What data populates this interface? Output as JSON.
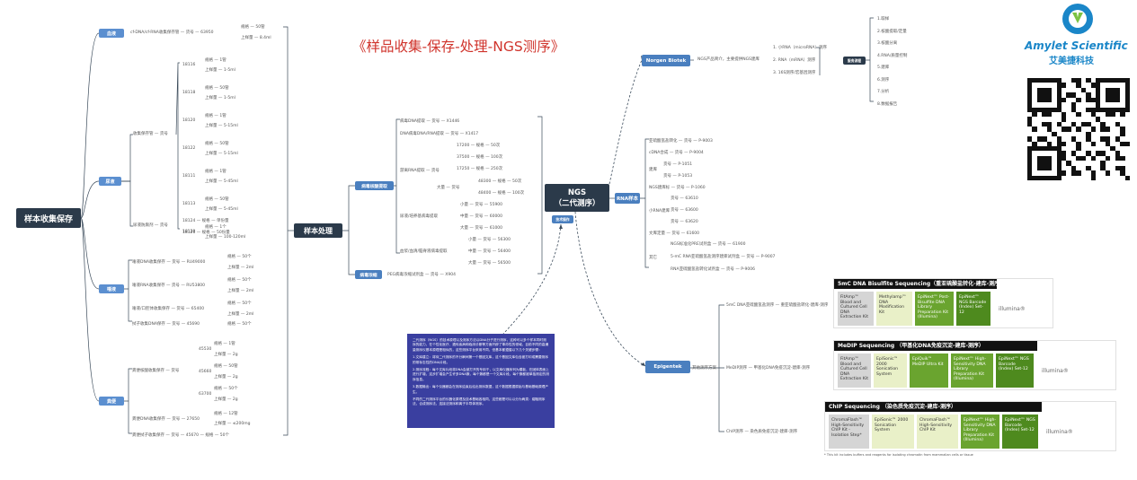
{
  "title": "《样品收集-保存-处理-NGS测序》",
  "root": "样本收集保存",
  "left": {
    "blood": {
      "label": "血液",
      "items": [
        {
          "name": "cf-DNA/cf-RNA收集保存管",
          "code_label": "货号",
          "code": "63950",
          "spec": [
            {
              "k": "规格",
              "v": "50管"
            },
            {
              "k": "上样量",
              "v": "8.4ml"
            }
          ]
        }
      ]
    },
    "urine": {
      "label": "尿液",
      "group1": "收集保存管",
      "group1_items": [
        {
          "code": "18116",
          "spec": [
            {
              "k": "规格",
              "v": "1管"
            },
            {
              "k": "上样量",
              "v": "1-5ml"
            }
          ]
        },
        {
          "code": "18118",
          "spec": [
            {
              "k": "规格",
              "v": "50管"
            },
            {
              "k": "上样量",
              "v": "1-5ml"
            }
          ]
        },
        {
          "code": "18120",
          "spec": [
            {
              "k": "规格",
              "v": "1管"
            },
            {
              "k": "上样量",
              "v": "5-15ml"
            }
          ]
        },
        {
          "code": "18122",
          "spec": [
            {
              "k": "规格",
              "v": "50管"
            },
            {
              "k": "上样量",
              "v": "5-15ml"
            }
          ]
        },
        {
          "code": "18111",
          "spec": [
            {
              "k": "规格",
              "v": "1管"
            },
            {
              "k": "上样量",
              "v": "5-45ml"
            }
          ]
        },
        {
          "code": "18113",
          "spec": [
            {
              "k": "规格",
              "v": "50管"
            },
            {
              "k": "上样量",
              "v": "5-45ml"
            }
          ]
        },
        {
          "code": "18129",
          "spec": [
            {
              "k": "规格",
              "v": "1个"
            },
            {
              "k": "上样量",
              "v": "100-120ml"
            }
          ]
        }
      ],
      "group2": "尿液防腐剂",
      "group2_items": [
        {
          "code": "18124",
          "k": "规格",
          "v": "单份量"
        },
        {
          "code": "18126",
          "k": "规格",
          "v": "50份量"
        }
      ]
    },
    "saliva": {
      "label": "唾液",
      "items": [
        {
          "name": "唾液DNA收集保存",
          "code": "RU49000",
          "spec": [
            {
              "k": "规格",
              "v": "50个"
            },
            {
              "k": "上样量",
              "v": "2ml"
            }
          ]
        },
        {
          "name": "唾液RNA收集保存",
          "code": "RU53800",
          "spec": [
            {
              "k": "规格",
              "v": "50个"
            },
            {
              "k": "上样量",
              "v": "2ml"
            }
          ]
        },
        {
          "name": "唾液/口腔体收集保存",
          "code": "65400",
          "spec": [
            {
              "k": "规格",
              "v": "50个"
            },
            {
              "k": "上样量",
              "v": "2ml"
            }
          ]
        },
        {
          "name": "拭子收集DNA保存",
          "code": "45690",
          "spec": [
            {
              "k": "规格",
              "v": "50个"
            }
          ]
        }
      ]
    },
    "feces": {
      "label": "粪便",
      "items": [
        {
          "name": "粪便核酸收集保存",
          "codes": [
            {
              "code": "45530",
              "spec": [
                {
                  "k": "规格",
                  "v": "1管"
                },
                {
                  "k": "上样量",
                  "v": "2g"
                }
              ]
            },
            {
              "code": "45660",
              "spec": [
                {
                  "k": "规格",
                  "v": "50管"
                },
                {
                  "k": "上样量",
                  "v": "2g"
                }
              ]
            },
            {
              "code": "63700",
              "spec": [
                {
                  "k": "规格",
                  "v": "50个"
                },
                {
                  "k": "上样量",
                  "v": "2g"
                }
              ]
            }
          ]
        },
        {
          "name": "粪便DNA收集保存",
          "code": "27650",
          "spec": [
            {
              "k": "规格",
              "v": "12管"
            },
            {
              "k": "上样量",
              "v": "≤200mg"
            }
          ]
        },
        {
          "name": "粪便拭子收集保存",
          "code": "45670",
          "spec": [
            {
              "k": "规格",
              "v": "50个"
            }
          ]
        }
      ]
    }
  },
  "processing": {
    "label": "样本处理",
    "viral": "病毒核酸提取",
    "viral_items": [
      {
        "name": "病毒DNA提取",
        "code": "X1446"
      },
      {
        "name": "DNA病毒DNA/RNA提取",
        "code": "X1417"
      },
      {
        "name": "游离RNA提取",
        "codes": [
          {
            "code": "17200",
            "v": "50次"
          },
          {
            "code": "37500",
            "v": "100次"
          },
          {
            "code": "17250",
            "v": "250次"
          }
        ]
      },
      {
        "name": "",
        "sub": "大量",
        "codes": [
          {
            "code": "48300",
            "v": "50次"
          },
          {
            "code": "48400",
            "v": "100次"
          }
        ]
      },
      {
        "name": "尿液/培养基病毒提取",
        "codes": [
          {
            "size": "小量",
            "code": "55900"
          },
          {
            "size": "中量",
            "code": "60000"
          },
          {
            "size": "大量",
            "code": "61000"
          }
        ]
      },
      {
        "name": "血浆/血清/脑脊液病毒提取",
        "codes": [
          {
            "size": "小量",
            "code": "56300"
          },
          {
            "size": "中量",
            "code": "56400"
          },
          {
            "size": "大量",
            "code": "56500"
          }
        ]
      }
    ],
    "enrich": "病毒浓缩",
    "enrich_item": {
      "name": "PEG病毒浓缩试剂盒",
      "code": "X904"
    },
    "code_label": "货号",
    "spec_label": "规格"
  },
  "ngs": {
    "label": "NGS\n（二代测序）",
    "tag": "技术操作",
    "norgen": {
      "label": "Norgen Biotek",
      "desc": "NGS产品简介，主要提供NGS建库",
      "items": [
        "1. 小RNA（microRNA）测序",
        "2. RNA（mRNA）测序",
        "3. 16S测序/宏基因测序"
      ],
      "flow_label": "服务流程",
      "flow": [
        "1.取样",
        "2.核酸提取/定量",
        "3.核酸分离",
        "4.RNA/质量控制",
        "5.建库",
        "6.测序",
        "7.分析",
        "8.数据报告"
      ]
    },
    "rna": {
      "label": "RNA样本",
      "items": [
        {
          "name": "亚硫酸氢盐转化",
          "code": "P-9003"
        },
        {
          "name": "cDNA合成",
          "code": "P-9004"
        },
        {
          "name": "建库",
          "codes": [
            "P-1051",
            "P-1053"
          ]
        },
        {
          "name": "NGS建库标",
          "code": "P-1060"
        },
        {
          "name": "小RNA建库",
          "codes": [
            "63610",
            "63600",
            "63620"
          ]
        },
        {
          "name": "文库定量",
          "code": "61600"
        },
        {
          "name": "其它",
          "codes": [
            {
              "name": "NGS标准化PRE试剂盒",
              "code": "61900"
            },
            {
              "name": "5-mC RNA亚硫酸氢盐测序建库试剂盒",
              "code": "P-9007"
            },
            {
              "name": "RNA亚硫酸氢盐转化试剂盒",
              "code": "P-9006"
            }
          ]
        }
      ]
    },
    "epigentek": {
      "label": "Epigentek",
      "desc": "其他测序方案",
      "items": [
        {
          "name": "5mC DNA亚硫酸氢盐测序",
          "detail": "重亚硫酸盐转化-建库-测序"
        },
        {
          "name": "MeDIP测序",
          "detail": "甲基化DNA免疫沉淀-建库-测序"
        },
        {
          "name": "ChIP测序",
          "detail": "染色质免疫沉淀-建库-测序"
        }
      ]
    }
  },
  "cards": [
    {
      "title": "5mC DNA Bisulfite Sequencing（重亚硫酸盐转化-建库-测序）",
      "kits": [
        "FitAmp™ Blood and Cultured Cell DNA Extraction Kit",
        "Methylamp™ DNA Modification Kit",
        "EpiNext™ Post-Bisulfite DNA Library Preparation Kit (Illumina)",
        "EpiNext™ NGS Barcode (Index) Set-12"
      ],
      "illumina": "illumina®"
    },
    {
      "title": "MeDIP Sequencing （甲基化DNA免疫沉淀-建库-测序）",
      "kits": [
        "FitAmp™ Blood and Cultured Cell DNA Extraction Kit",
        "EpiSonic™ 2000 Sonication System",
        "EpiQuik™ MeDIP Ultra Kit",
        "EpiNext™ High-Sensitivity DNA Library Preparation Kit (Illumina)",
        "EpiNext™ NGS Barcode (Index) Set-12"
      ],
      "illumina": "illumina®"
    },
    {
      "title": "ChIP Sequencing （染色质免疫沉淀-建库-测序）",
      "kits": [
        "ChromaFlash™ High-Sensitivity ChIP Kit - Isolation Step*",
        "EpiSonic™ 2000 Sonication System",
        "ChromaFlash™ High-Sensitivity ChIP Kit",
        "EpiNext™ High-Sensitivity DNA Library Preparation Kit (Illumina)",
        "EpiNext™ NGS Barcode (Index) Set-12"
      ],
      "illumina": "illumina®",
      "footnote": "* This kit includes buffers and reagents for isolating chromatin from mammalian cells or tissue"
    }
  ],
  "note": [
    "二代测序（NGS）的技术原理以及测序方法以DNA分子进行测序，这种可以多个样本同时测序的能力，在个性化医疗、遗传疾病和临床诊断等方面开辟了革命性的领域。目前不同的高通量测序仪基本原理是相似的，这些测序平台采用不同，但基本都遵循以下几个关键步骤：",
    "1.文库建立：将待二代测序的不分瞬间第一个基因文库，这个基因文库包含被打印成需要测序的带标志性的DNA片段。",
    "2.测序流程：每个文库片段将DNA会被打开的专用于，以文库仪器序列为模板，在固体表面上进行扩增，这步扩增会产生许多DNA簇，每个簇都是一个文库片段，每个簇都被单独测定的测序信息。",
    "3.数据输出：每个仪器都会在测序结束后给出测序数据，这个数据根据原始与基础基础原理产生。",
    "不同的二代测序平台的仪器化原理及技术基础各相同，这些都是可以以分为两类：熔融测序法，合成测序法，连接法测序和离子半导体测序。"
  ],
  "brand": {
    "name": "Amylet Scientific",
    "cn": "艾美捷科技"
  }
}
